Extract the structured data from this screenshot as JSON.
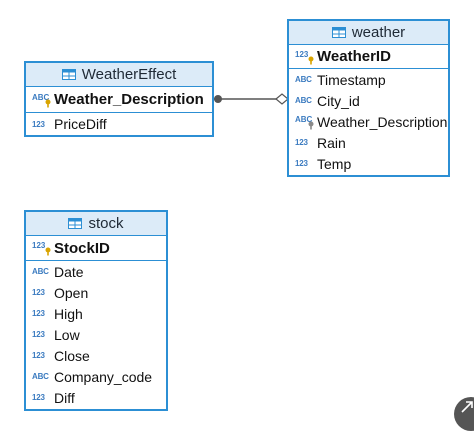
{
  "entities": {
    "weather": {
      "title": "weather",
      "pk": {
        "type": "123",
        "name": "WeatherID"
      },
      "fields": [
        {
          "type": "ABC",
          "name": "Timestamp"
        },
        {
          "type": "ABC",
          "name": "City_id"
        },
        {
          "type": "ABC",
          "name": "Weather_Description"
        },
        {
          "type": "123",
          "name": "Rain"
        },
        {
          "type": "123",
          "name": "Temp"
        }
      ]
    },
    "weathereffect": {
      "title": "WeatherEffect",
      "pk": {
        "type": "ABC",
        "name": "Weather_Description"
      },
      "fields": [
        {
          "type": "123",
          "name": "PriceDiff"
        }
      ]
    },
    "stock": {
      "title": "stock",
      "pk": {
        "type": "123",
        "name": "StockID"
      },
      "fields": [
        {
          "type": "ABC",
          "name": "Date"
        },
        {
          "type": "123",
          "name": "Open"
        },
        {
          "type": "123",
          "name": "High"
        },
        {
          "type": "123",
          "name": "Low"
        },
        {
          "type": "123",
          "name": "Close"
        },
        {
          "type": "ABC",
          "name": "Company_code"
        },
        {
          "type": "123",
          "name": "Diff"
        }
      ]
    }
  },
  "colors": {
    "border": "#2c8fd4",
    "header_bg": "#dcebf8",
    "connector": "#555555"
  }
}
